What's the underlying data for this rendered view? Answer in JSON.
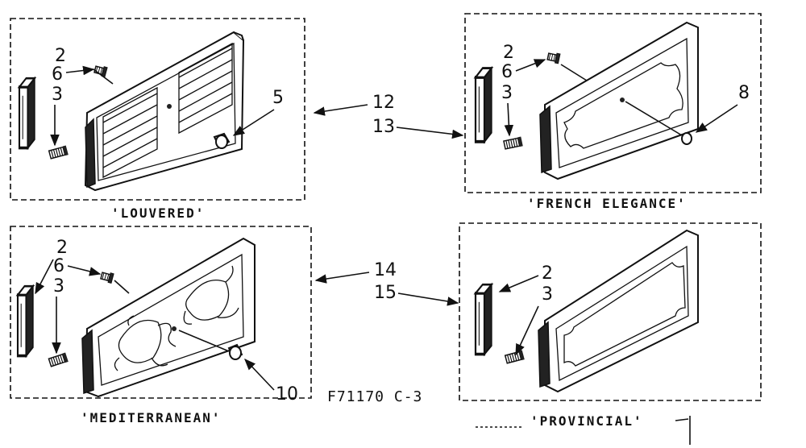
{
  "panels": [
    {
      "caption": "'LOUVERED'"
    },
    {
      "caption": "'FRENCH ELEGANCE'"
    },
    {
      "caption": "'MEDITERRANEAN'"
    },
    {
      "caption": "'PROVINCIAL'"
    }
  ],
  "callouts": {
    "louvered": [
      "2",
      "6",
      "3",
      "5"
    ],
    "french": [
      "2",
      "6",
      "3",
      "8"
    ],
    "mediterranean": [
      "2",
      "6",
      "3",
      "10"
    ],
    "provincial": [
      "2",
      "3"
    ],
    "center_top": [
      "12",
      "13"
    ],
    "center_bottom": [
      "14",
      "15"
    ]
  },
  "drawing_code": "F71170 C-3"
}
